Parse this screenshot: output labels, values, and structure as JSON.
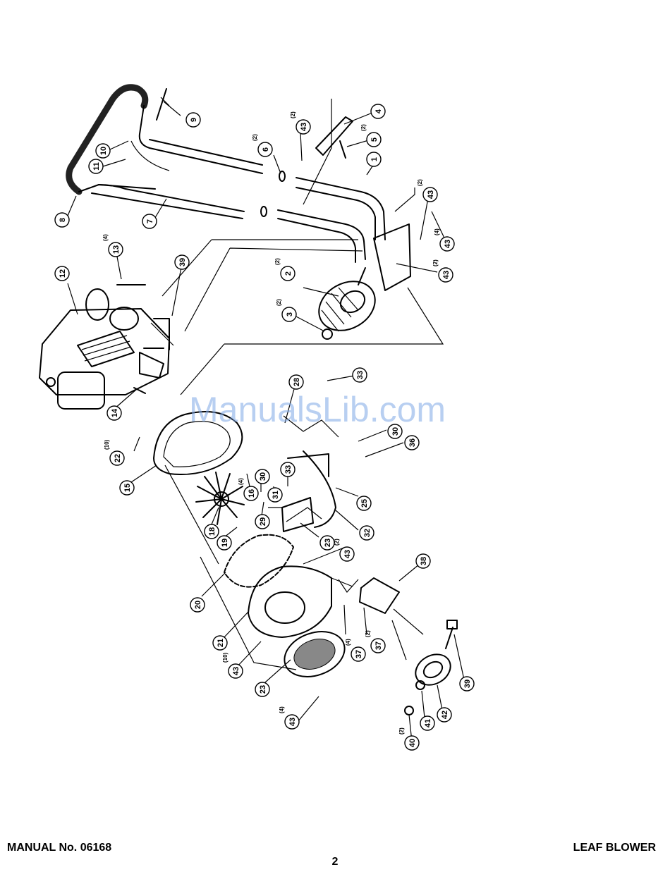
{
  "footer": {
    "manual_number": "MANUAL No. 06168",
    "title": "LEAF BLOWER",
    "page": "2"
  },
  "watermark": "ManualsLib.com",
  "callouts": [
    {
      "num": "1"
    },
    {
      "num": "2",
      "qty": "(2)"
    },
    {
      "num": "3",
      "qty": "(2)"
    },
    {
      "num": "4"
    },
    {
      "num": "5",
      "qty": "(2)"
    },
    {
      "num": "6",
      "qty": "(2)"
    },
    {
      "num": "7"
    },
    {
      "num": "8"
    },
    {
      "num": "9"
    },
    {
      "num": "10"
    },
    {
      "num": "11"
    },
    {
      "num": "12"
    },
    {
      "num": "13",
      "qty": "(4)"
    },
    {
      "num": "14"
    },
    {
      "num": "15"
    },
    {
      "num": "16",
      "qty": "(4)"
    },
    {
      "num": "18"
    },
    {
      "num": "19"
    },
    {
      "num": "20"
    },
    {
      "num": "21"
    },
    {
      "num": "22",
      "qty": "(10)"
    },
    {
      "num": "23"
    },
    {
      "num": "23"
    },
    {
      "num": "25"
    },
    {
      "num": "28"
    },
    {
      "num": "29"
    },
    {
      "num": "30"
    },
    {
      "num": "30"
    },
    {
      "num": "31"
    },
    {
      "num": "32"
    },
    {
      "num": "33"
    },
    {
      "num": "33"
    },
    {
      "num": "36"
    },
    {
      "num": "37",
      "qty": "(4)"
    },
    {
      "num": "37",
      "qty": "(2)"
    },
    {
      "num": "38"
    },
    {
      "num": "39"
    },
    {
      "num": "39"
    },
    {
      "num": "40",
      "qty": "(2)"
    },
    {
      "num": "41"
    },
    {
      "num": "42"
    },
    {
      "num": "43",
      "qty": "(2)"
    },
    {
      "num": "43",
      "qty": "(2)"
    },
    {
      "num": "43",
      "qty": "(4)"
    },
    {
      "num": "43",
      "qty": "(2)"
    },
    {
      "num": "43",
      "qty": "(2)"
    },
    {
      "num": "43",
      "qty": "(10)"
    },
    {
      "num": "43",
      "qty": "(4)"
    }
  ]
}
